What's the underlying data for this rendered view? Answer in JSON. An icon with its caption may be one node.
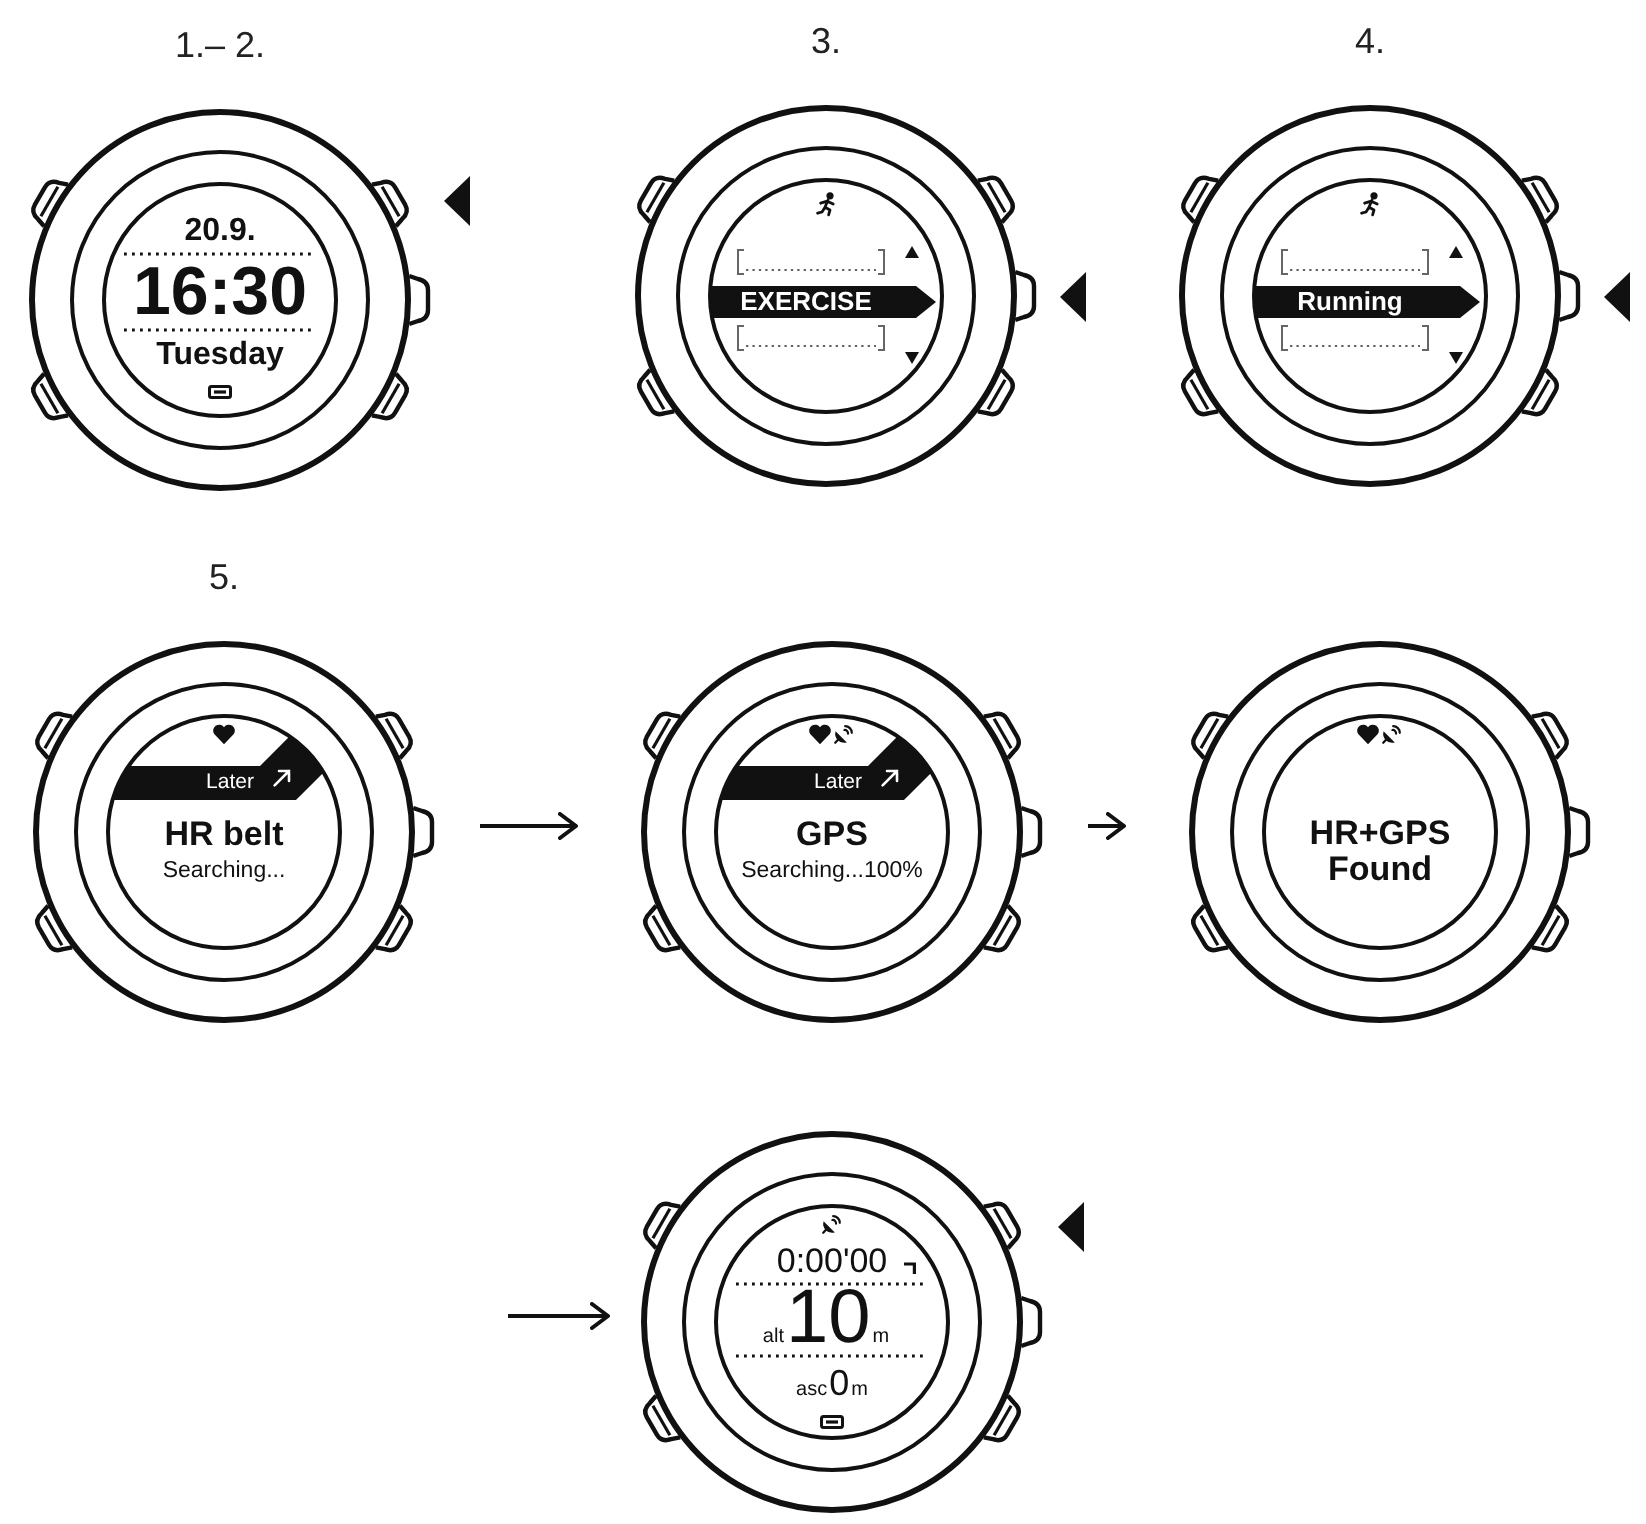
{
  "diagram": {
    "nodes": [
      {
        "text": [
          "20.9.",
          "16:30",
          "Tuesday"
        ],
        "beside": [
          "1.– 2."
        ]
      },
      {
        "text": [
          "EXERCISE"
        ],
        "beside": [
          "3."
        ]
      },
      {
        "text": [
          "Running"
        ],
        "beside": [
          "4."
        ]
      },
      {
        "text": [
          "Later",
          "HR belt",
          "Searching..."
        ],
        "beside": [
          "5."
        ]
      },
      {
        "text": [
          "Later",
          "GPS",
          "Searching...100%"
        ]
      },
      {
        "text": [
          "HR+GPS Found"
        ]
      },
      {
        "text": [
          "0:00'00",
          "alt",
          "10",
          "m",
          "asc",
          "0",
          "m"
        ]
      }
    ],
    "edges": [
      {
        "from": 3,
        "to": 4,
        "arrow": "to"
      },
      {
        "from": 4,
        "to": 5,
        "arrow": "to"
      },
      {
        "from": null,
        "to": 6,
        "arrow": "to"
      }
    ]
  }
}
